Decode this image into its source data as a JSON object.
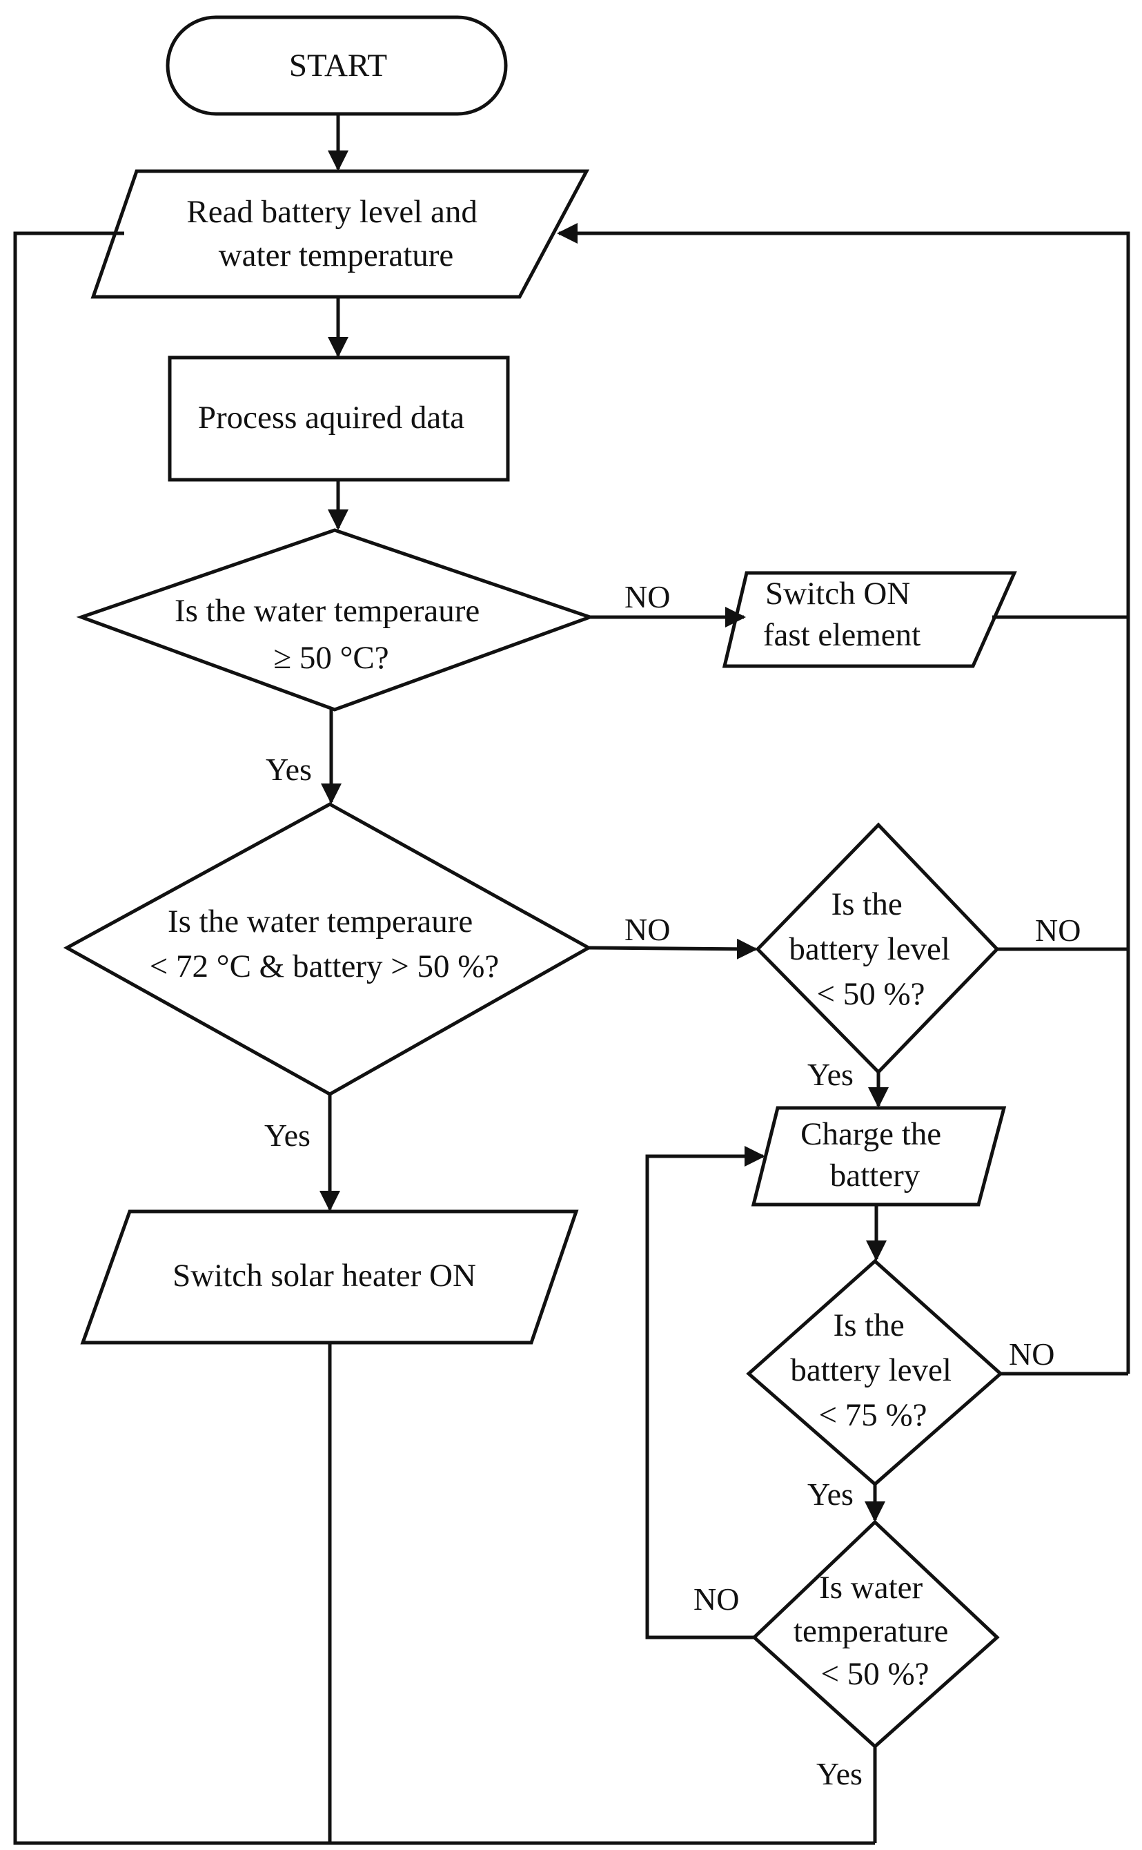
{
  "flowchart": {
    "nodes": {
      "start": {
        "lines": [
          "START"
        ]
      },
      "read": {
        "lines": [
          "Read battery level and",
          "water temperature"
        ]
      },
      "process": {
        "lines": [
          "Process aquired data"
        ]
      },
      "d1": {
        "lines": [
          "Is the water temperaure",
          "≥ 50 °C?"
        ]
      },
      "fast": {
        "lines": [
          "Switch ON",
          "fast element"
        ]
      },
      "d2": {
        "lines": [
          "Is the water temperaure",
          "< 72 °C  & battery > 50 %?"
        ]
      },
      "d3": {
        "lines": [
          "Is the",
          "battery level",
          "< 50 %?"
        ]
      },
      "charge": {
        "lines": [
          "Charge the",
          "battery"
        ]
      },
      "d4": {
        "lines": [
          "Is the",
          "battery level",
          "< 75 %?"
        ]
      },
      "solar": {
        "lines": [
          "Switch solar heater ON"
        ]
      },
      "d5": {
        "lines": [
          "Is water",
          "temperature",
          "< 50 %?"
        ]
      }
    },
    "edges": {
      "d1_no": "NO",
      "d1_yes": "Yes",
      "d2_no": "NO",
      "d2_yes": "Yes",
      "d3_no": "NO",
      "d3_yes": "Yes",
      "d4_no": "NO",
      "d4_yes": "Yes",
      "d5_no": "NO",
      "d5_yes": "Yes"
    }
  }
}
